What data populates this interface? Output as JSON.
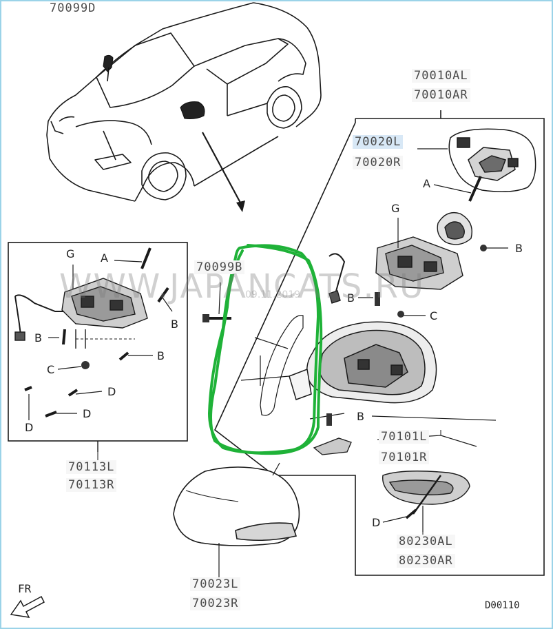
{
  "part_labels": {
    "top_left": "70099D",
    "mirror_assy_l": "70010AL",
    "mirror_assy_r": "70010AR",
    "glass_l": "70020L",
    "glass_r": "70020R",
    "bracket_screw": "70099B",
    "motor_l": "70113L",
    "motor_r": "70113R",
    "cover_l": "70023L",
    "cover_r": "70023R",
    "base_l": "70101L",
    "base_r": "70101R",
    "lamp_l": "80230AL",
    "lamp_r": "80230AR"
  },
  "callouts": {
    "A": "A",
    "B": "B",
    "C": "C",
    "D": "D",
    "G": "G"
  },
  "watermark": {
    "text": "WWW.JAPANCATS.RU",
    "date": "09.11.2019"
  },
  "footer": {
    "direction": "FR",
    "drawing_code": "D00110"
  },
  "colors": {
    "line": "#1a1a1a",
    "label_text": "#4a4a4a",
    "highlight": "#d8e8f6",
    "annotation": "#1fb238"
  }
}
